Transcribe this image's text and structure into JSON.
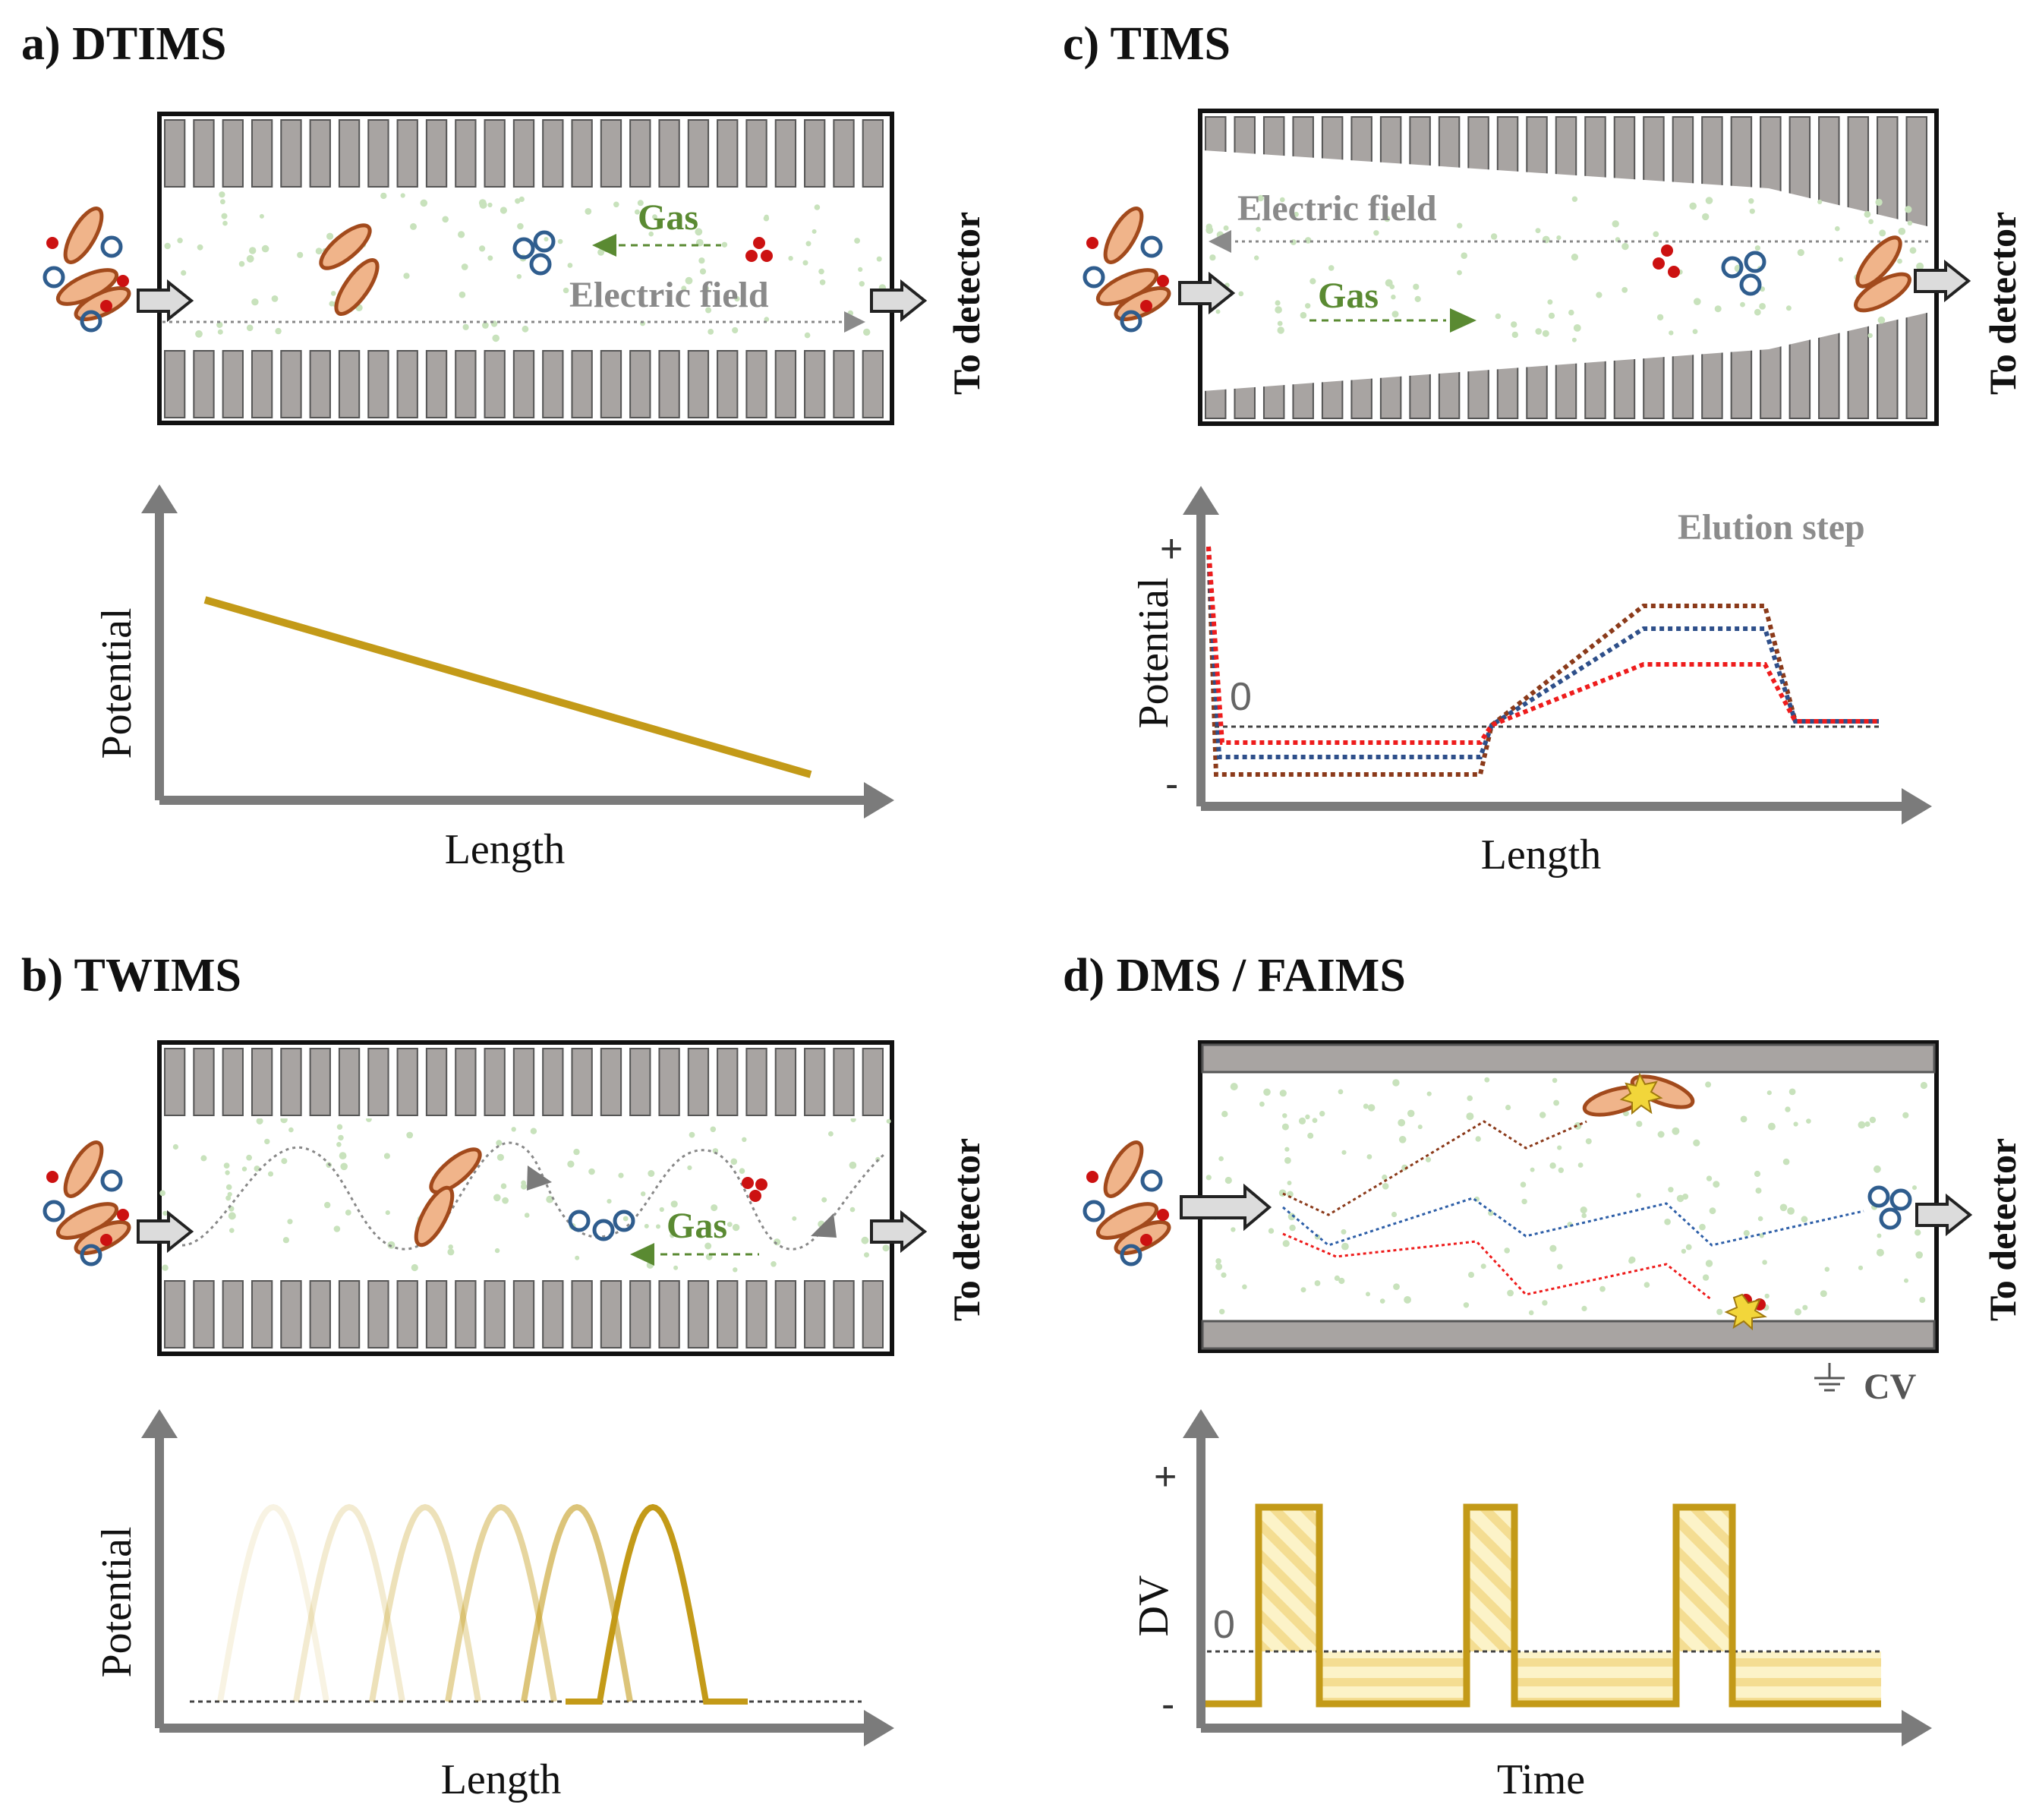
{
  "colors": {
    "electrode": "#a8a4a2",
    "electrode_stroke": "#555555",
    "dots": "#c8e2bc",
    "gas": "#5a8a32",
    "axis": "#7b7b7b",
    "gold": "#c39a18",
    "ion_orange": "#f0b48a",
    "ion_orange_stroke": "#a24a1c",
    "ion_blue": "#2f5d8e",
    "ion_red": "#cc1111"
  },
  "panels": {
    "a": {
      "title": "a) DTIMS",
      "gas": "Gas",
      "field": "Electric field",
      "detector": "To detector",
      "ylabel": "Potential",
      "xlabel": "Length"
    },
    "b": {
      "title": "b) TWIMS",
      "gas": "Gas",
      "detector": "To detector",
      "ylabel": "Potential",
      "xlabel": "Length"
    },
    "c": {
      "title": "c) TIMS",
      "gas": "Gas",
      "field": "Electric field",
      "detector": "To detector",
      "ylabel": "Potential",
      "xlabel": "Length",
      "plus": "+",
      "minus": "-",
      "zero": "0",
      "elution": "Elution step"
    },
    "d": {
      "title": "d) DMS / FAIMS",
      "detector": "To detector",
      "cv": "CV",
      "ylabel": "DV",
      "xlabel": "Time",
      "plus": "+",
      "minus": "-",
      "zero": "0"
    }
  },
  "icons": [
    "ion-cluster-icon",
    "inlet-arrow-icon",
    "outlet-arrow-icon",
    "ground-icon",
    "collision-burst-icon"
  ]
}
